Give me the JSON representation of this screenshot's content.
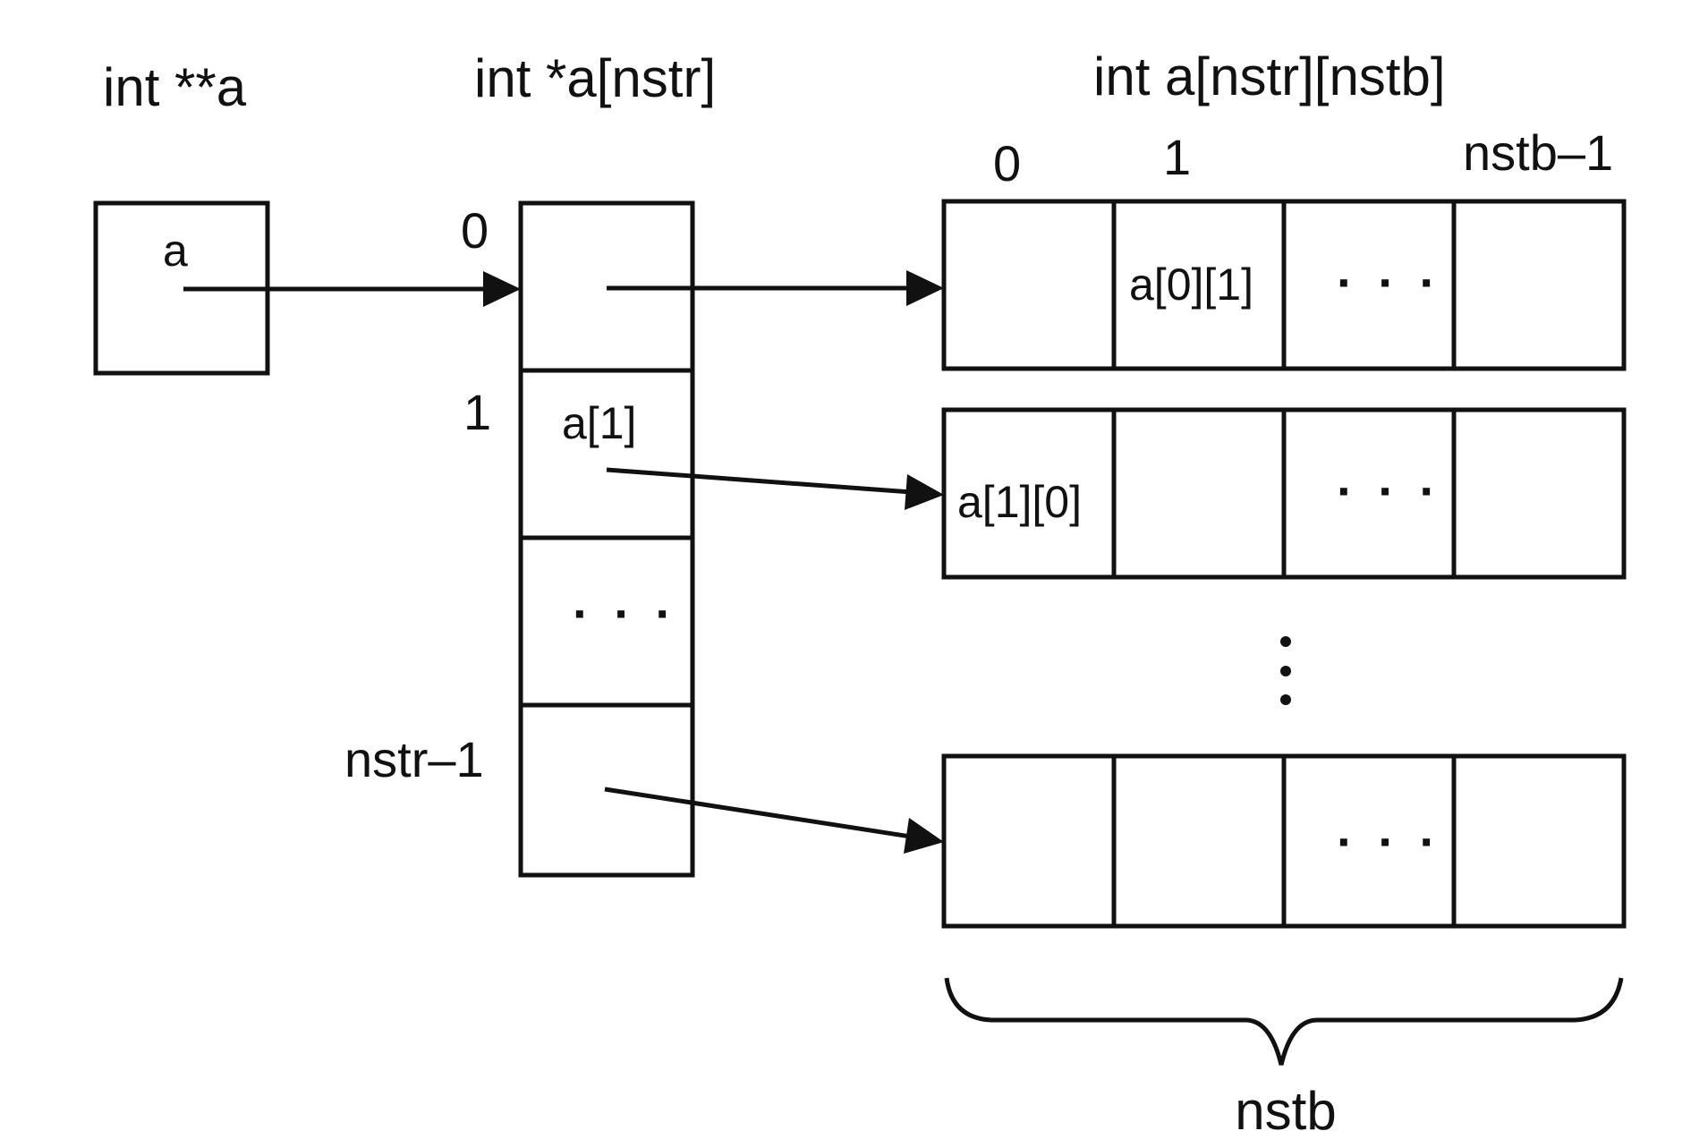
{
  "pointer": {
    "title": "int **a",
    "cell_label": "a"
  },
  "pointer_array": {
    "title": "int *a[nstr]",
    "indices": [
      "0",
      "1",
      "nstr–1"
    ],
    "cells": [
      "",
      "a[1]",
      "· · ·",
      ""
    ]
  },
  "matrix": {
    "title": "int a[nstr][nstb]",
    "column_indices": [
      "0",
      "1",
      "nstb–1"
    ],
    "rows": [
      [
        "",
        "a[0][1]",
        "· · ·",
        ""
      ],
      [
        "a[1][0]",
        "",
        "· · ·",
        ""
      ],
      [
        "",
        "",
        "· · ·",
        ""
      ]
    ],
    "vertical_dots": "⋮",
    "brace_label": "nstb"
  }
}
